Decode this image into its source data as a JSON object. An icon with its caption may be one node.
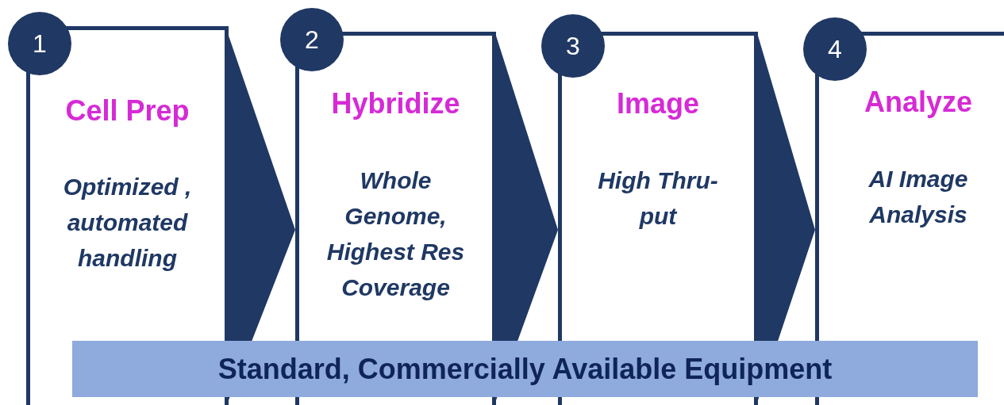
{
  "diagram": {
    "nodes": [
      {
        "text": [
          "Cell Prep",
          "Optimized , automated handling"
        ]
      },
      {
        "text": [
          "1"
        ]
      },
      {
        "text": [
          "Hybridize",
          "Whole Genome, Highest Res Coverage"
        ]
      },
      {
        "text": [
          "2"
        ]
      },
      {
        "text": [
          "Image",
          "High Thru-put"
        ]
      },
      {
        "text": [
          "3"
        ]
      },
      {
        "text": [
          "Analyze",
          "AI Image Analysis"
        ]
      },
      {
        "text": [
          "4"
        ]
      },
      {
        "text": [
          "Standard, Commercially Available Equipment"
        ]
      }
    ],
    "edges": [
      {
        "from": 0,
        "to": 2,
        "arrow": "to"
      },
      {
        "from": 2,
        "to": 4,
        "arrow": "to"
      },
      {
        "from": 4,
        "to": 6,
        "arrow": "to"
      }
    ]
  }
}
